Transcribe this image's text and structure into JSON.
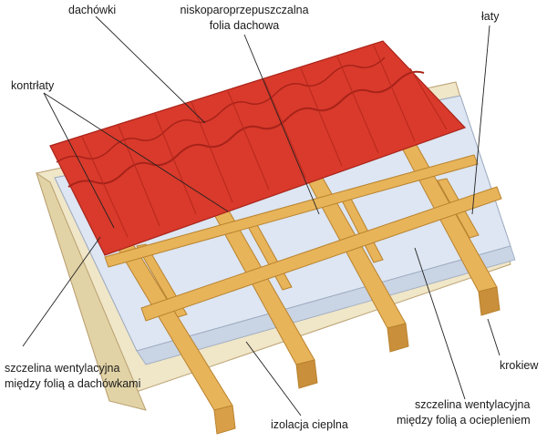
{
  "diagram": {
    "labels": {
      "dachowki": "dachówki",
      "folia_line1": "niskoparoprzepuszczalna",
      "folia_line2": "folia dachowa",
      "laty": "łaty",
      "kontrlaty": "kontrłaty",
      "szczelina_folia_line1": "szczelina wentylacyjna",
      "szczelina_folia_line2": "między folią a dachówkami",
      "izolacja": "izolacja cieplna",
      "szczelina_ocieplenie_line1": "szczelina wentylacyjna",
      "szczelina_ocieplenie_line2": "między folią a ociepleniem",
      "krokiew": "krokiew"
    },
    "colors": {
      "tile_red": "#d93a2b",
      "tile_dark": "#a8231a",
      "wood": "#e8b45a",
      "wood_dark": "#b9822e",
      "membrane": "#dde6f2",
      "insulation": "#f0e6c8"
    }
  }
}
